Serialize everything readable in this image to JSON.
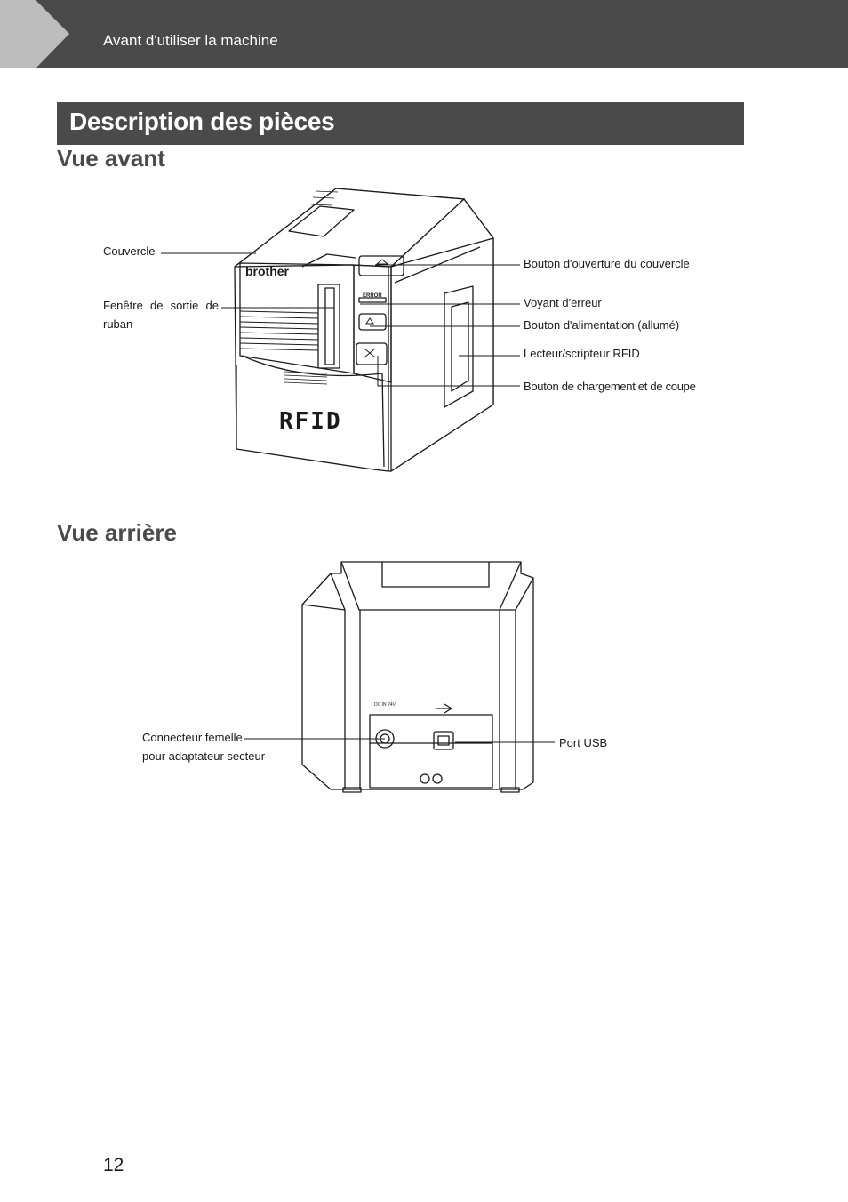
{
  "header": {
    "breadcrumb": "Avant d'utiliser la machine"
  },
  "section": {
    "title": "Description des pièces"
  },
  "front_view": {
    "heading": "Vue avant",
    "printer_text": {
      "brand": "brother",
      "rfid": "RFID",
      "error_label": "ERROR"
    },
    "callouts": {
      "cover": "Couvercle",
      "tape_exit": "Fenêtre de sortie de ruban",
      "cover_open_button": "Bouton d'ouverture du couvercle",
      "error_led": "Voyant d'erreur",
      "power_button": "Bouton d'alimentation (allumé)",
      "rfid_reader": "Lecteur/scripteur RFID",
      "feed_cut_button": "Bouton de chargement et de coupe"
    }
  },
  "rear_view": {
    "heading": "Vue arrière",
    "printer_text": {
      "dc_label": "DC IN 24V"
    },
    "callouts": {
      "dc_connector_line1": "Connecteur femelle",
      "dc_connector_line2": "pour adaptateur secteur",
      "usb_port": "Port USB"
    }
  },
  "footer": {
    "page_number": "12"
  }
}
